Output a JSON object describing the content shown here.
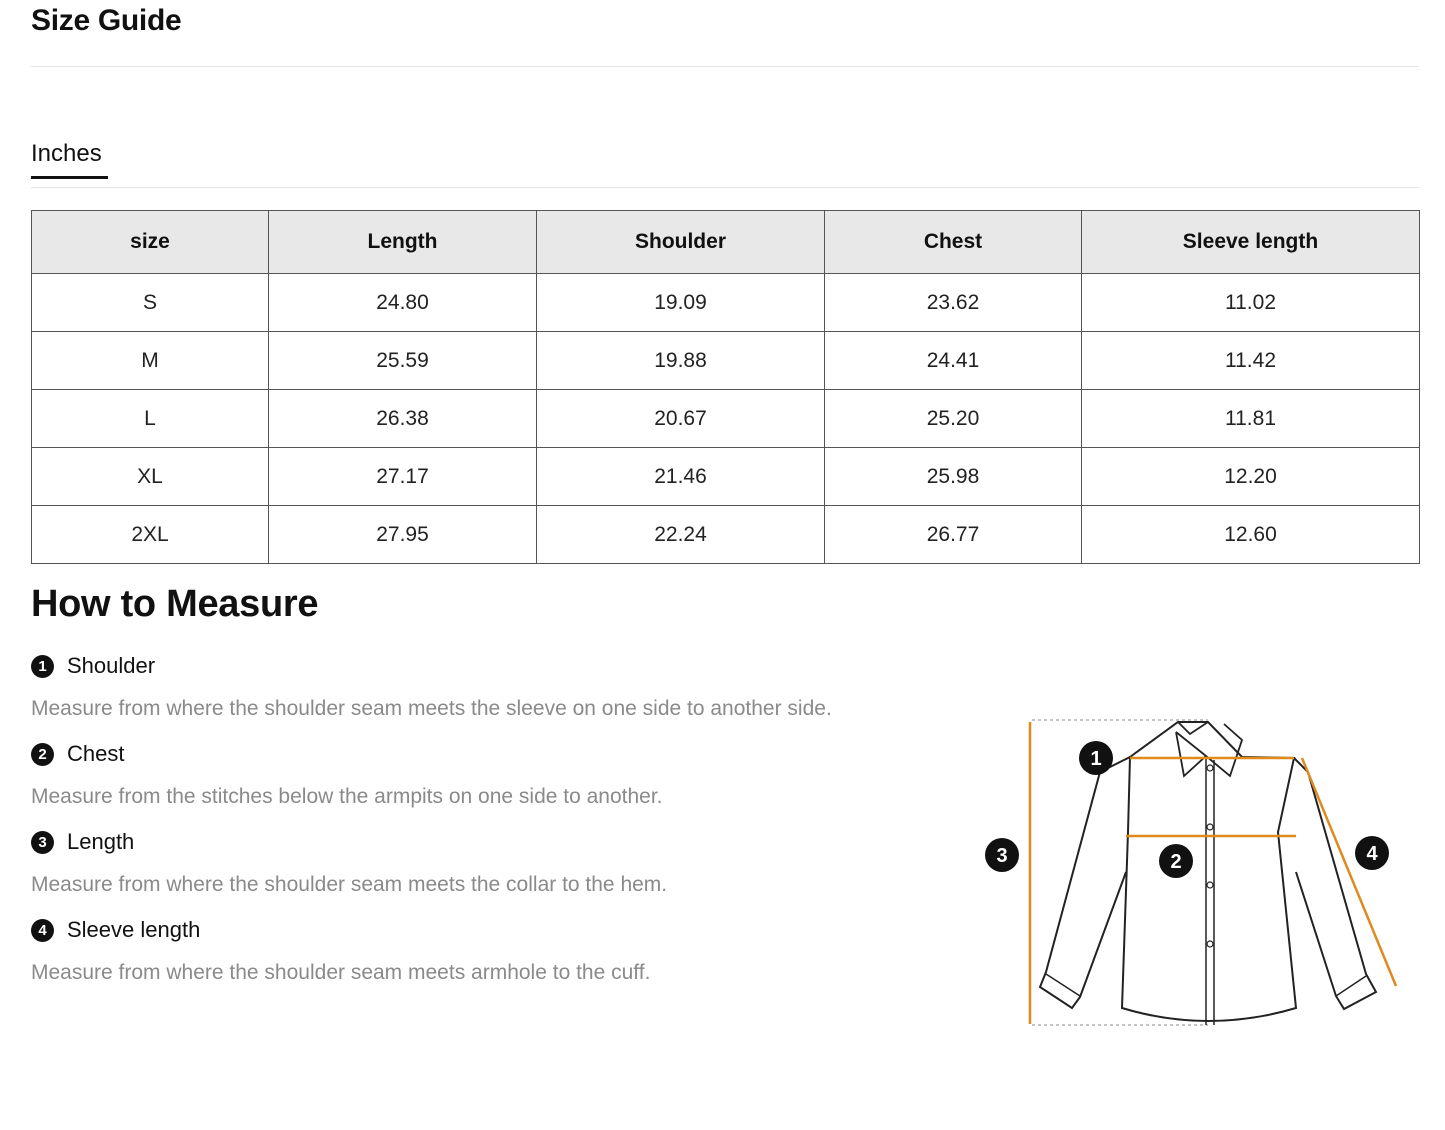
{
  "page": {
    "title": "Size Guide"
  },
  "tabs": [
    {
      "label": "Inches",
      "active": true
    }
  ],
  "table": {
    "headers": [
      "size",
      "Length",
      "Shoulder",
      "Chest",
      "Sleeve length"
    ],
    "rows": [
      [
        "S",
        "24.80",
        "19.09",
        "23.62",
        "11.02"
      ],
      [
        "M",
        "25.59",
        "19.88",
        "24.41",
        "11.42"
      ],
      [
        "L",
        "26.38",
        "20.67",
        "25.20",
        "11.81"
      ],
      [
        "XL",
        "27.17",
        "21.46",
        "25.98",
        "12.20"
      ],
      [
        "2XL",
        "27.95",
        "22.24",
        "26.77",
        "12.60"
      ]
    ]
  },
  "measure": {
    "title": "How to Measure",
    "items": [
      {
        "num": "1",
        "label": "Shoulder",
        "desc": "Measure from where the shoulder seam meets the sleeve on one side to another side."
      },
      {
        "num": "2",
        "label": "Chest",
        "desc": "Measure from the stitches below the armpits on one side to another."
      },
      {
        "num": "3",
        "label": "Length",
        "desc": "Measure from where the shoulder seam meets the collar to the hem."
      },
      {
        "num": "4",
        "label": "Sleeve length",
        "desc": "Measure from where the shoulder seam meets armhole to the cuff."
      }
    ]
  },
  "diagram": {
    "icon": "shirt-measurement-diagram",
    "markers": [
      "1",
      "2",
      "3",
      "4"
    ],
    "accent_color": "#e08a1e"
  }
}
